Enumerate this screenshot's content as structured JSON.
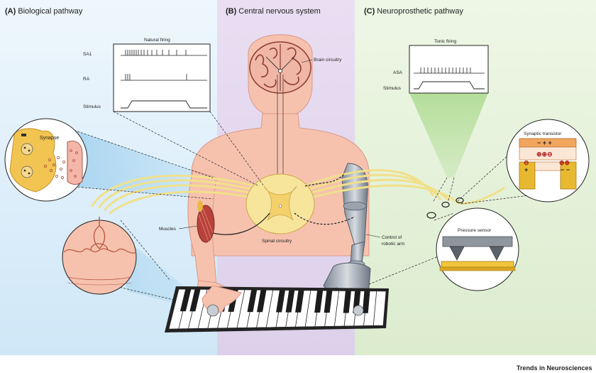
{
  "panels": {
    "a_letter": "(A)",
    "a_title": "Biological pathway",
    "b_letter": "(B)",
    "b_title": "Central nervous system",
    "c_letter": "(C)",
    "c_title": "Neuroprosthetic pathway"
  },
  "natural_firing": {
    "title": "Natural firing",
    "row1": "SA1",
    "row2": "RA",
    "row3": "Stimulus"
  },
  "tonic_firing": {
    "title": "Tonic firing",
    "row1": "ASA",
    "row2": "Stimulus"
  },
  "labels": {
    "brain": "Brain circuitry",
    "synapse": "Synapse",
    "muscles": "Muscles",
    "spinal": "Spinal circuitry",
    "control_1": "Control of",
    "control_2": "robotic arm",
    "synaptic_transistor": "Synaptic transistor",
    "pressure_sensor": "Pressure sensor"
  },
  "transistor_signs": {
    "top": "− + +",
    "mid": "⊕⊕⊖",
    "left": "+",
    "left2": "⊖",
    "right": "⊕⊕",
    "right2": "− −"
  },
  "footer": {
    "journal": "Trends in Neurosciences"
  },
  "colors": {
    "panel_a_bg": "#dbeefa",
    "panel_b_bg": "#e6daf0",
    "panel_c_bg": "#e4f1d9",
    "skin": "#f6c2ae",
    "nerve": "#f3e39a",
    "brain": "#f0b7a6"
  }
}
